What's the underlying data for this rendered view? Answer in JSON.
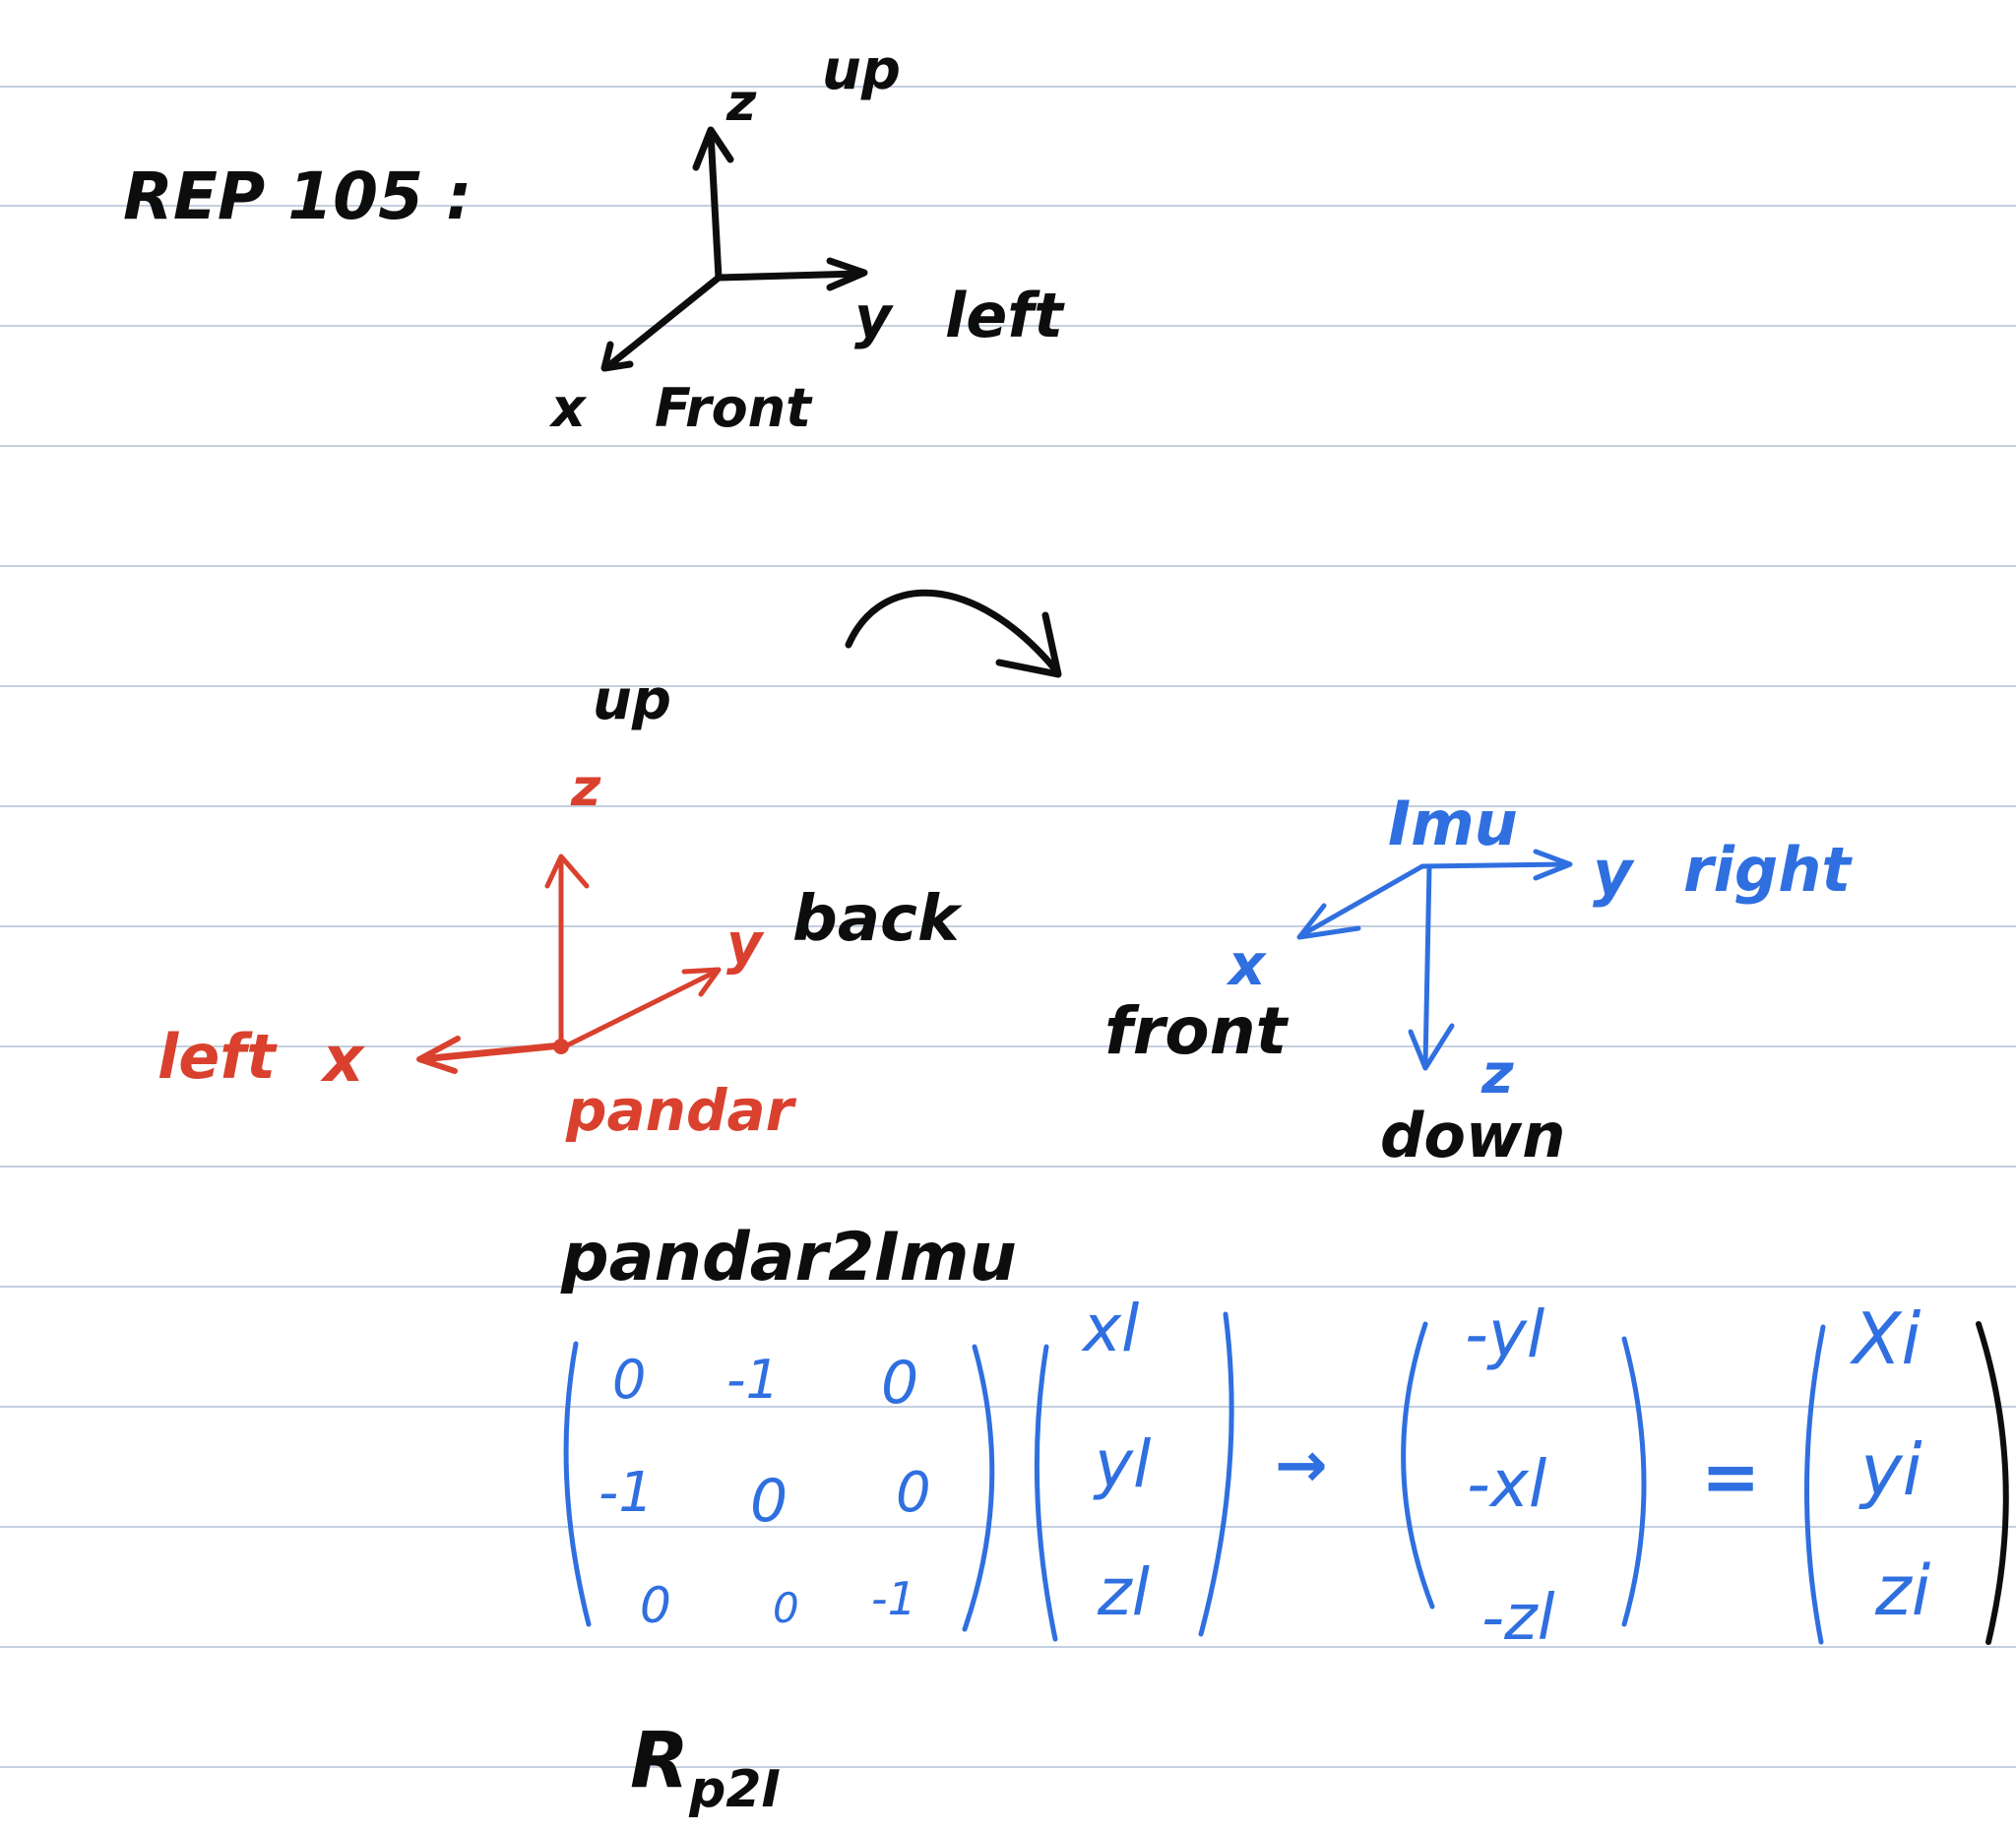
{
  "colors": {
    "ink": "#0d0d0d",
    "red": "#d9412e",
    "blue": "#2f6fe0",
    "ruling": "#c4d0e0",
    "paper": "#ffffff"
  },
  "title": "REP 105 :",
  "rep105": {
    "z_axis": "z",
    "z_dir": "up",
    "y_axis": "y",
    "y_dir": "left",
    "x_axis": "x",
    "x_dir": "Front"
  },
  "pandar": {
    "name": "pandar",
    "z_dir": "up",
    "z_axis": "z",
    "y_axis": "y",
    "y_dir": "back",
    "x_axis": "x",
    "x_dir": "left"
  },
  "imu": {
    "name": "Imu",
    "y_axis": "y",
    "y_dir": "right",
    "x_axis": "x",
    "x_dir": "front",
    "z_axis": "z",
    "z_dir": "down"
  },
  "transform": {
    "label": "pandar2Imu",
    "matrix": [
      [
        "0",
        "-1",
        "0"
      ],
      [
        "-1",
        "0",
        "0"
      ],
      [
        "0",
        "0",
        "-1"
      ]
    ],
    "input": [
      "xl",
      "yl",
      "zl"
    ],
    "arrow": "→",
    "result": [
      "-yl",
      "-xl",
      "-zl"
    ],
    "equals": "=",
    "output": [
      "Xi",
      "yi",
      "zi"
    ],
    "rotation_label": "R",
    "rotation_sub": "p2I"
  }
}
